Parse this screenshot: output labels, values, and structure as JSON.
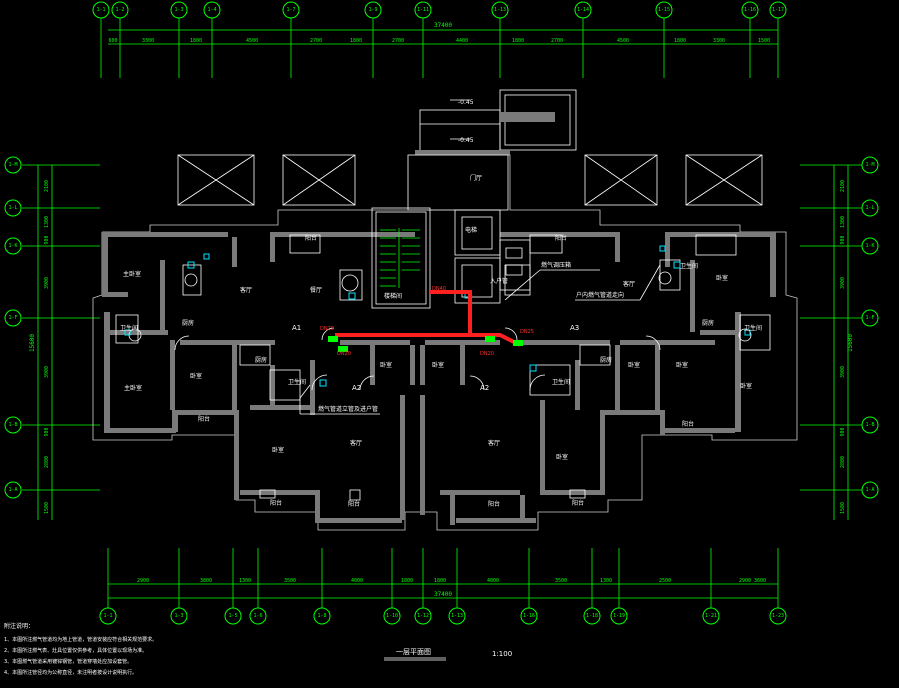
{
  "axes_top": [
    "1-1",
    "1-2",
    "1-3",
    "1-4",
    "1-7",
    "1-9",
    "1-11",
    "1-13",
    "1-14",
    "1-15",
    "1-16",
    "1-17"
  ],
  "axes_bottom": [
    "1-1",
    "1-3",
    "1-5",
    "1-6",
    "1-8",
    "1-10",
    "1-12",
    "1-13",
    "1-16",
    "1-18",
    "1-19",
    "1-21",
    "1-23"
  ],
  "axes_left": [
    "1-M",
    "1-L",
    "1-K",
    "1-F",
    "1-B",
    "1-A"
  ],
  "axes_right": [
    "1-M",
    "1-L",
    "1-K",
    "1-F",
    "1-B",
    "1-A"
  ],
  "dims_top": [
    "600",
    "3300",
    "1800",
    "4500",
    "2700",
    "1800",
    "2700",
    "4400",
    "1800",
    "2700",
    "4500",
    "1800",
    "3300",
    "1500"
  ],
  "dims_top_total": "37400",
  "dims_bottom": [
    "2900",
    "3800",
    "1300",
    "3500",
    "4000",
    "1800",
    "1800",
    "4000",
    "3500",
    "1300",
    "2500",
    "2900",
    "3600"
  ],
  "dims_bottom_total": "37400",
  "dims_left": [
    "2100",
    "1300",
    "900",
    "3900",
    "3900",
    "900",
    "2800",
    "1500"
  ],
  "dims_left_total": "15600",
  "dims_right": [
    "2100",
    "1300",
    "900",
    "3900",
    "3900",
    "900",
    "2800",
    "1500"
  ],
  "dims_right_total": "15600",
  "levels": [
    "-0.45",
    "-0.45"
  ],
  "room_labels": {
    "hall_left": "客厅",
    "hall_center": "门厅",
    "hall_right": "客厅",
    "parlor_a2_left": "客厅",
    "parlor_a2_right": "客厅",
    "dining_left": "餐厅",
    "unit_a1": "A1",
    "unit_a2_left": "A2",
    "unit_a2_right": "A2",
    "unit_a3": "A3",
    "bedroom": "卧室",
    "master_bedroom": "主卧室",
    "kitchen": "厨房",
    "toilet": "卫生间",
    "balcony": "阳台",
    "lift": "电梯",
    "stair": "楼梯间"
  },
  "annotations": {
    "note_left": "燃气管道立管及进户管",
    "note_right": "户内燃气管道走向",
    "note_top_right": "燃气调压箱",
    "note_center": "入户管"
  },
  "drawing_title": "一层平面图",
  "drawing_scale": "1:100",
  "notes_title": "附注说明：",
  "notes": [
    "1、本图所注燃气管道均为地上管道，管道安装应符合相关规范要求。",
    "2、本图所注燃气表、灶具位置仅供参考，具体位置以现场为准。",
    "3、本图燃气管道采用镀锌钢管，管道穿墙处应加设套管。",
    "4、本图所注管径均为公称直径，未注明者按设计说明执行。"
  ],
  "colors": {
    "background": "#000000",
    "axis": "#00ff00",
    "wall": "#7a7a7a",
    "gas_pipe": "#ff2020",
    "annotation": "#ffffff"
  }
}
